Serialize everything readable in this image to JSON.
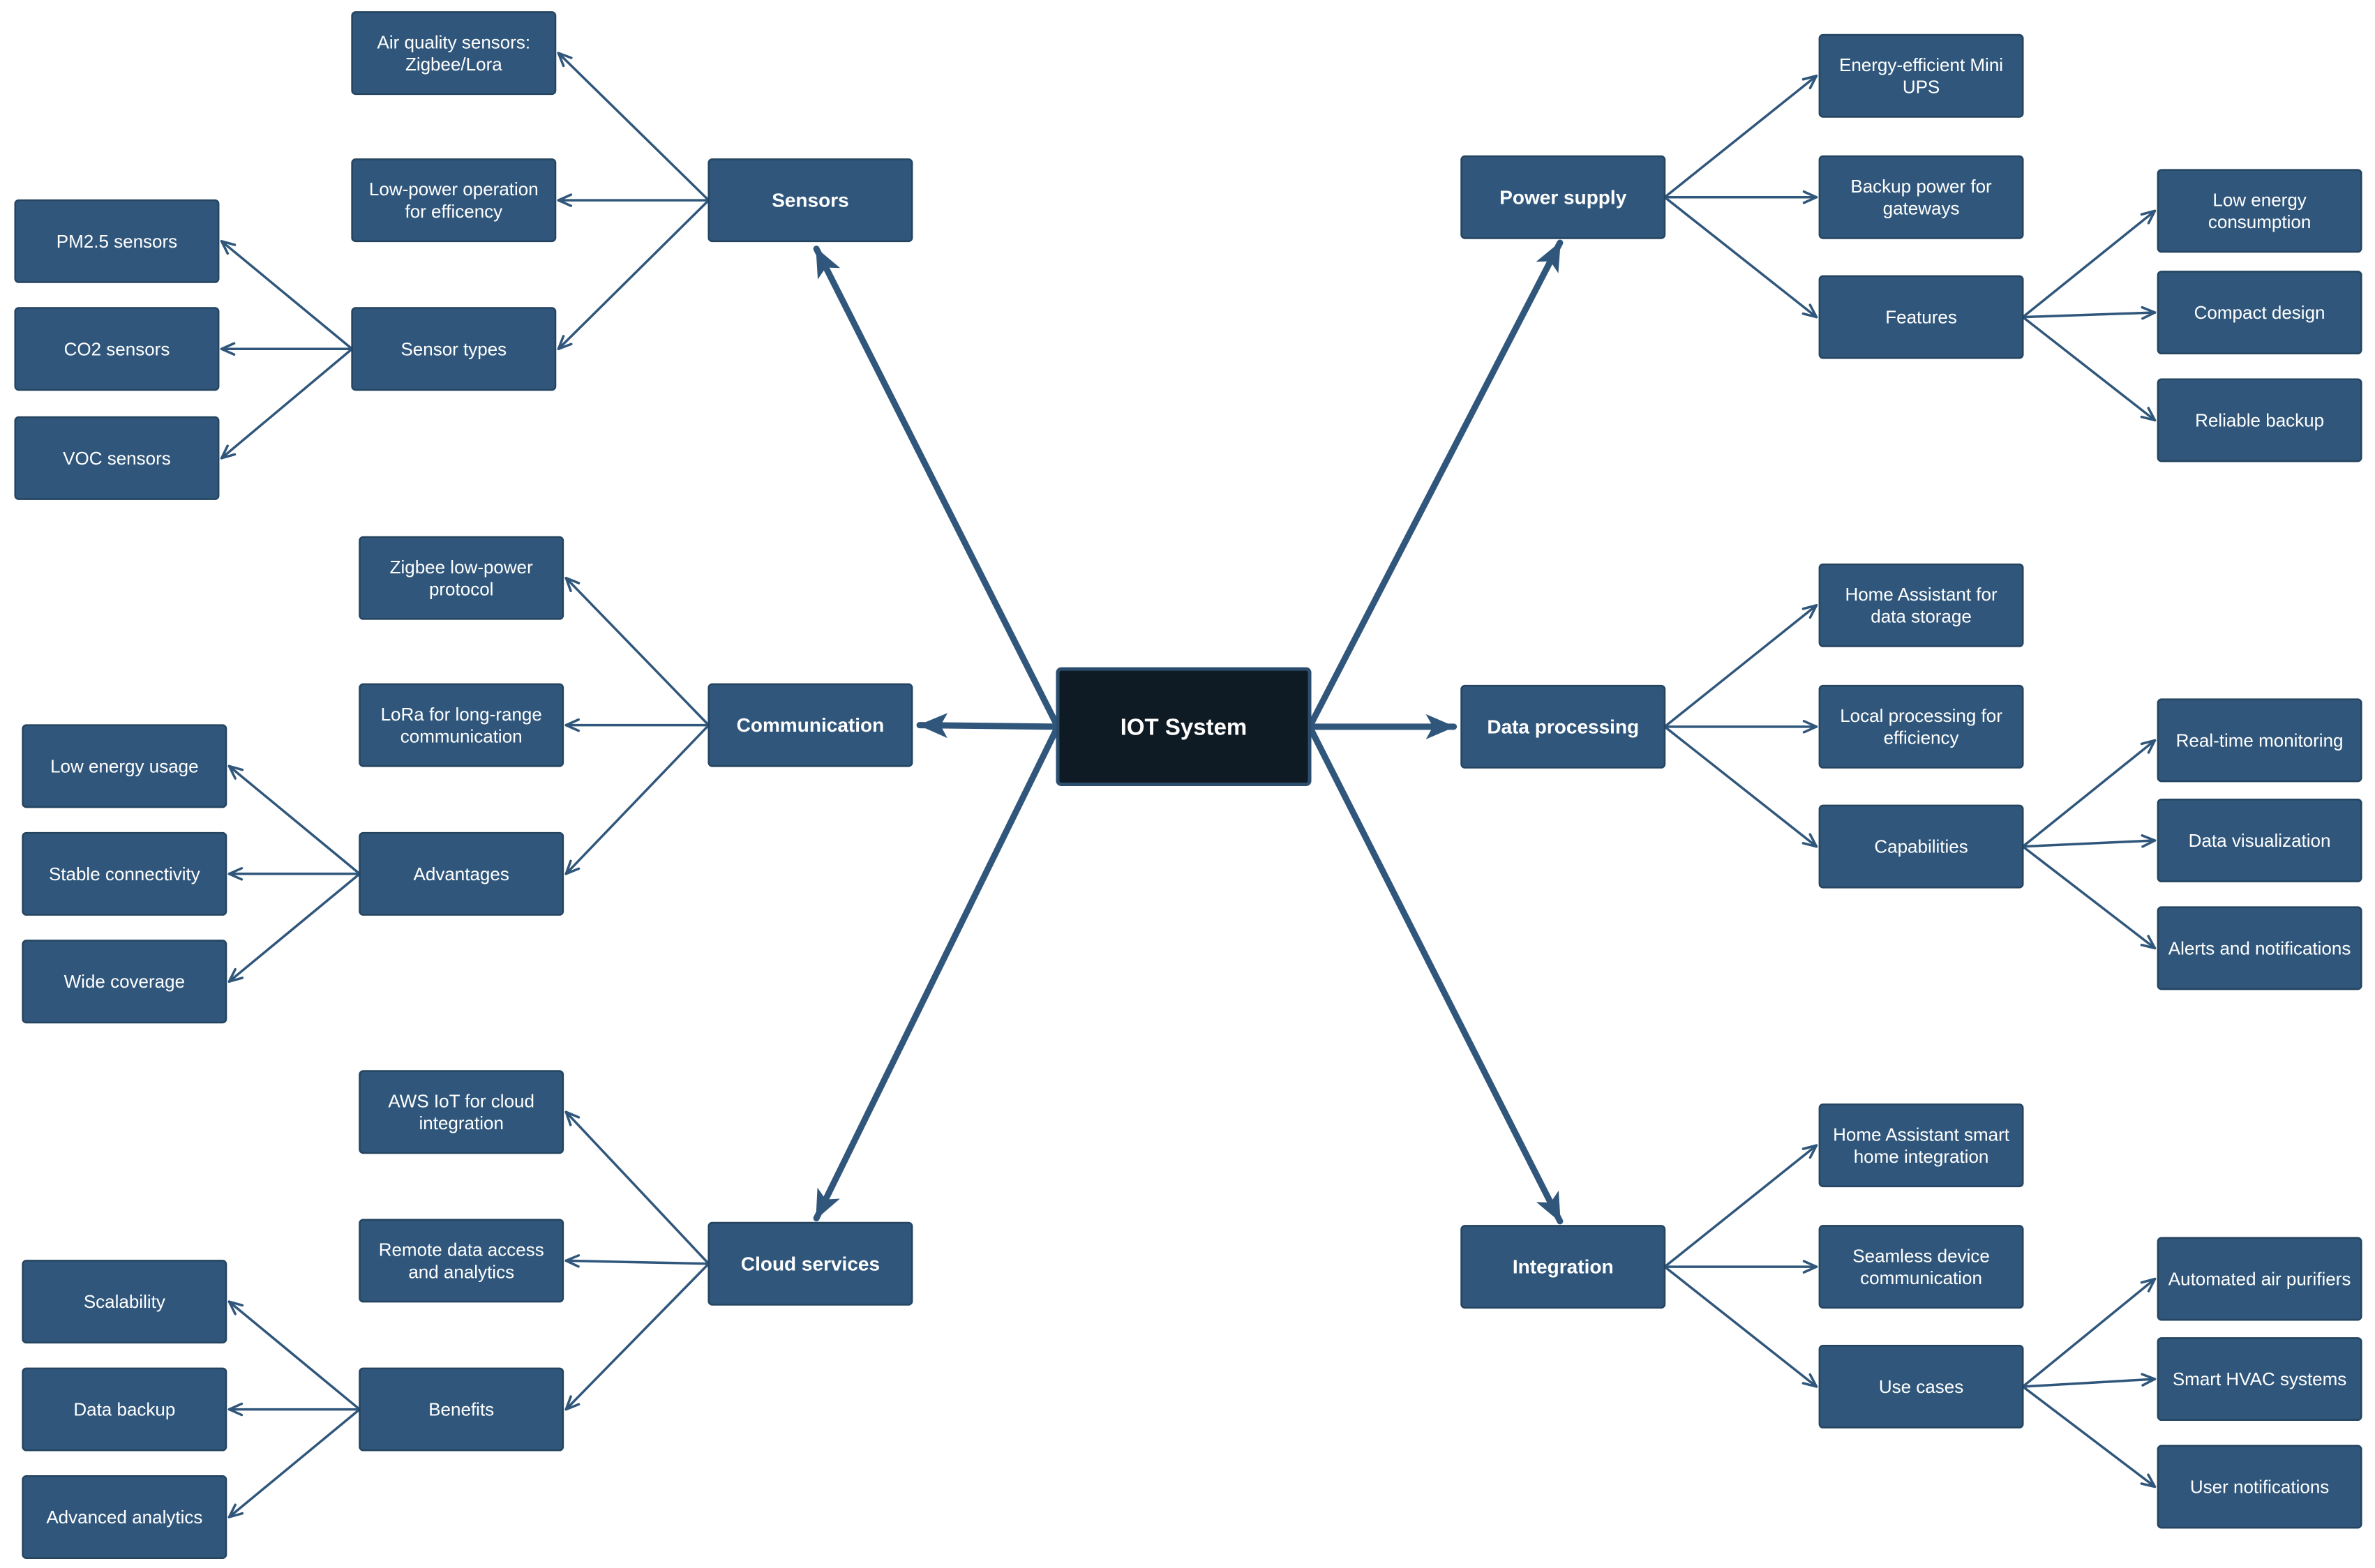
{
  "colors": {
    "node_fill": "#30577b",
    "node_stroke": "#24445f",
    "root_fill": "#0f1b24",
    "root_stroke": "#2c4e6d",
    "edge": "#30577b",
    "text": "#ffffff"
  },
  "mindmap": {
    "root": {
      "id": "root",
      "label": "IOT System"
    },
    "branches": [
      {
        "id": "sensors",
        "label": "Sensors",
        "side": "left",
        "children": [
          {
            "id": "air-quality-sensors",
            "label": [
              "Air quality sensors:",
              "Zigbee/Lora"
            ]
          },
          {
            "id": "low-power-operation",
            "label": [
              "Low-power operation",
              "for efficency"
            ]
          },
          {
            "id": "sensor-types",
            "label": [
              "Sensor types"
            ],
            "children": [
              {
                "id": "pm25-sensors",
                "label": [
                  "PM2.5 sensors"
                ]
              },
              {
                "id": "co2-sensors",
                "label": [
                  "CO2 sensors"
                ]
              },
              {
                "id": "voc-sensors",
                "label": [
                  "VOC sensors"
                ]
              }
            ]
          }
        ]
      },
      {
        "id": "communication",
        "label": "Communication",
        "side": "left",
        "children": [
          {
            "id": "zigbee-protocol",
            "label": [
              "Zigbee low-power",
              "protocol"
            ]
          },
          {
            "id": "lora-communication",
            "label": [
              "LoRa for long-range",
              "communication"
            ]
          },
          {
            "id": "advantages",
            "label": [
              "Advantages"
            ],
            "children": [
              {
                "id": "low-energy-usage",
                "label": [
                  "Low energy usage"
                ]
              },
              {
                "id": "stable-connectivity",
                "label": [
                  "Stable connectivity"
                ]
              },
              {
                "id": "wide-coverage",
                "label": [
                  "Wide coverage"
                ]
              }
            ]
          }
        ]
      },
      {
        "id": "cloud-services",
        "label": "Cloud services",
        "side": "left",
        "children": [
          {
            "id": "aws-iot",
            "label": [
              "AWS IoT for cloud",
              "integration"
            ]
          },
          {
            "id": "remote-data-access",
            "label": [
              "Remote data access",
              "and analytics"
            ]
          },
          {
            "id": "benefits",
            "label": [
              "Benefits"
            ],
            "children": [
              {
                "id": "scalability",
                "label": [
                  "Scalability"
                ]
              },
              {
                "id": "data-backup",
                "label": [
                  "Data backup"
                ]
              },
              {
                "id": "advanced-analytics",
                "label": [
                  "Advanced analytics"
                ]
              }
            ]
          }
        ]
      },
      {
        "id": "power-supply",
        "label": "Power supply",
        "side": "right",
        "children": [
          {
            "id": "mini-ups",
            "label": [
              "Energy-efficient Mini",
              "UPS"
            ]
          },
          {
            "id": "backup-power",
            "label": [
              "Backup power for",
              "gateways"
            ]
          },
          {
            "id": "features",
            "label": [
              "Features"
            ],
            "children": [
              {
                "id": "low-energy-consumption",
                "label": [
                  "Low energy",
                  "consumption"
                ]
              },
              {
                "id": "compact-design",
                "label": [
                  "Compact design"
                ]
              },
              {
                "id": "reliable-backup",
                "label": [
                  "Reliable backup"
                ]
              }
            ]
          }
        ]
      },
      {
        "id": "data-processing",
        "label": "Data processing",
        "side": "right",
        "children": [
          {
            "id": "ha-data-storage",
            "label": [
              "Home Assistant for",
              "data storage"
            ]
          },
          {
            "id": "local-processing",
            "label": [
              "Local processing for",
              "efficiency"
            ]
          },
          {
            "id": "capabilities",
            "label": [
              "Capabilities"
            ],
            "children": [
              {
                "id": "realtime-monitoring",
                "label": [
                  "Real-time monitoring"
                ]
              },
              {
                "id": "data-visualization",
                "label": [
                  "Data visualization"
                ]
              },
              {
                "id": "alerts-notifications",
                "label": [
                  "Alerts and notifications"
                ]
              }
            ]
          }
        ]
      },
      {
        "id": "integration",
        "label": "Integration",
        "side": "right",
        "children": [
          {
            "id": "ha-smart-home",
            "label": [
              "Home Assistant smart",
              "home integration"
            ]
          },
          {
            "id": "seamless-communication",
            "label": [
              "Seamless device",
              "communication"
            ]
          },
          {
            "id": "use-cases",
            "label": [
              "Use cases"
            ],
            "children": [
              {
                "id": "automated-air-purifiers",
                "label": [
                  "Automated air purifiers"
                ]
              },
              {
                "id": "smart-hvac",
                "label": [
                  "Smart HVAC systems"
                ]
              },
              {
                "id": "user-notifications",
                "label": [
                  "User notifications"
                ]
              }
            ]
          }
        ]
      }
    ]
  }
}
